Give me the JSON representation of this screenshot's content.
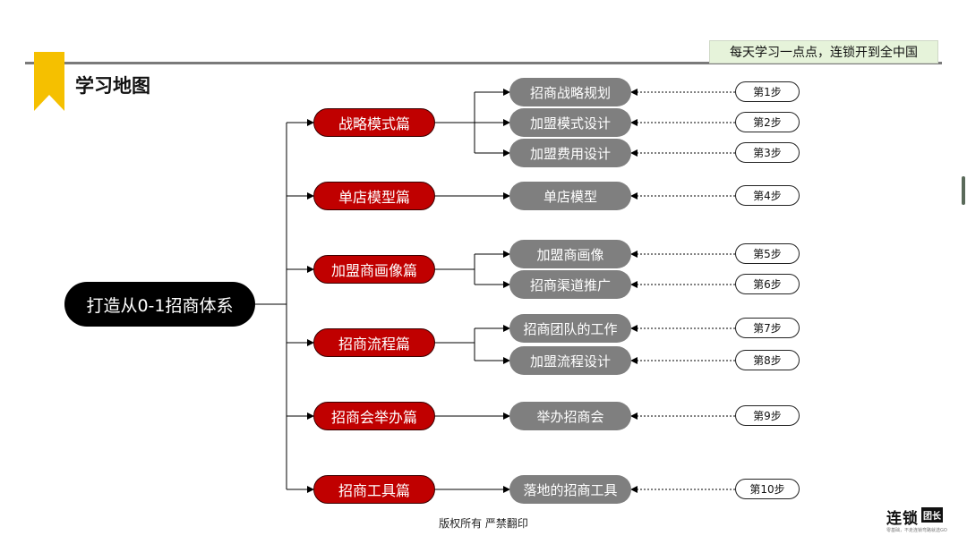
{
  "header": {
    "slogan": "每天学习一点点，连锁开到全中国",
    "title": "学习地图",
    "accent_color": "#f5c000"
  },
  "root": {
    "label": "打造从0-1招商体系"
  },
  "categories": [
    {
      "label": "战略模式篇"
    },
    {
      "label": "单店模型篇"
    },
    {
      "label": "加盟商画像篇"
    },
    {
      "label": "招商流程篇"
    },
    {
      "label": "招商会举办篇"
    },
    {
      "label": "招商工具篇"
    }
  ],
  "topics": [
    {
      "label": "招商战略规划",
      "step": "第1步"
    },
    {
      "label": "加盟模式设计",
      "step": "第2步"
    },
    {
      "label": "加盟费用设计",
      "step": "第3步"
    },
    {
      "label": "单店模型",
      "step": "第4步"
    },
    {
      "label": "加盟商画像",
      "step": "第5步"
    },
    {
      "label": "招商渠道推广",
      "step": "第6步"
    },
    {
      "label": "招商团队的工作",
      "step": "第7步"
    },
    {
      "label": "加盟流程设计",
      "step": "第8步"
    },
    {
      "label": "举办招商会",
      "step": "第9步"
    },
    {
      "label": "落地的招商工具",
      "step": "第10步"
    }
  ],
  "footer": {
    "copyright": "版权所有  严禁翻印"
  },
  "logo": {
    "main": "连锁",
    "badge": "团长",
    "tagline": "零基础，不走连锁弯路就选GO"
  },
  "colors": {
    "category_fill": "#c00000",
    "topic_fill": "#7f7f7f",
    "root_fill": "#000000",
    "slogan_bg": "#e6f3da"
  }
}
